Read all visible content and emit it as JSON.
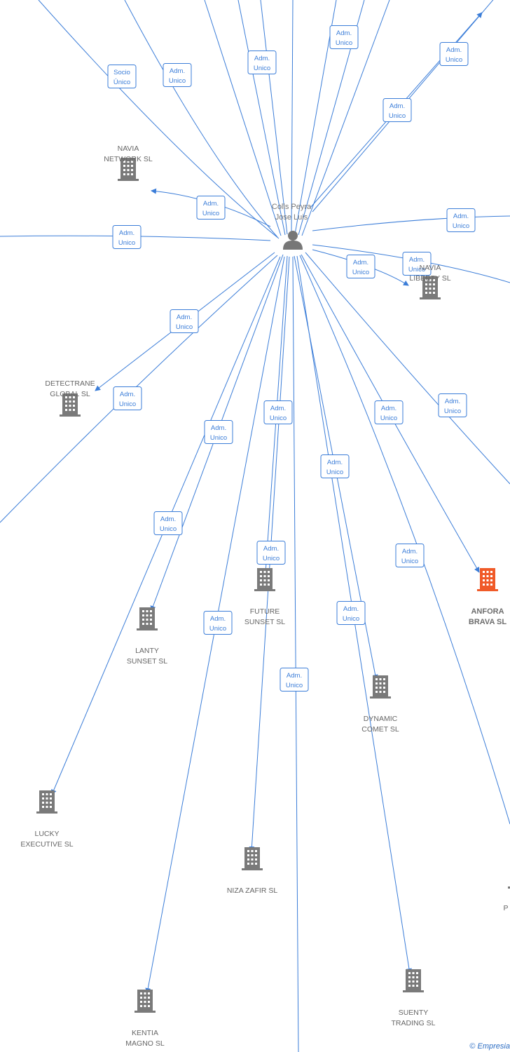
{
  "colors": {
    "edge": "#3b7dd8",
    "node": "#7a7a7a",
    "focus": "#f05a28",
    "text": "#666666"
  },
  "person": {
    "line1": "Colls Peyra",
    "line2": "Jose Luis",
    "icon": "person-icon"
  },
  "nodes": [
    {
      "id": "navia-network",
      "lines": [
        "NAVIA",
        "NETWORK SL"
      ],
      "icon": "building-icon",
      "focus": false
    },
    {
      "id": "navia-liberty",
      "lines": [
        "NAVIA",
        "LIBERTY SL"
      ],
      "icon": "building-icon",
      "focus": false
    },
    {
      "id": "detectrane",
      "lines": [
        "DETECTRANE",
        "GLOBAL  SL"
      ],
      "icon": "building-icon",
      "focus": false
    },
    {
      "id": "future-sunset",
      "lines": [
        "FUTURE",
        "SUNSET SL"
      ],
      "icon": "building-icon",
      "focus": false
    },
    {
      "id": "anfora-brava",
      "lines": [
        "ANFORA",
        "BRAVA  SL"
      ],
      "icon": "building-icon",
      "focus": true
    },
    {
      "id": "lanty-sunset",
      "lines": [
        "LANTY",
        "SUNSET SL"
      ],
      "icon": "building-icon",
      "focus": false
    },
    {
      "id": "dynamic-comet",
      "lines": [
        "DYNAMIC",
        "COMET SL"
      ],
      "icon": "building-icon",
      "focus": false
    },
    {
      "id": "lucky-executive",
      "lines": [
        "LUCKY",
        "EXECUTIVE SL"
      ],
      "icon": "building-icon",
      "focus": false
    },
    {
      "id": "niza-zafir",
      "lines": [
        "NIZA ZAFIR SL"
      ],
      "icon": "building-icon",
      "focus": false
    },
    {
      "id": "kentia-magno",
      "lines": [
        "KENTIA",
        "MAGNO SL"
      ],
      "icon": "building-icon",
      "focus": false
    },
    {
      "id": "suenty-trading",
      "lines": [
        "SUENTY",
        "TRADING SL"
      ],
      "icon": "building-icon",
      "focus": false
    },
    {
      "id": "top-right",
      "lines": [],
      "icon": "building-icon",
      "focus": false
    },
    {
      "id": "partial-p",
      "lines": [
        "P"
      ],
      "icon": "building-icon",
      "focus": false
    }
  ],
  "edge_labels": [
    [
      "Socio",
      "Único"
    ],
    [
      "Adm.",
      "Unico"
    ],
    [
      "Adm.",
      "Unico"
    ],
    [
      "Adm.",
      "Unico"
    ],
    [
      "Adm.",
      "Unico"
    ],
    [
      "Adm.",
      "Unico"
    ],
    [
      "Adm.",
      "Unico"
    ],
    [
      "Adm.",
      "Unico"
    ],
    [
      "Adm.",
      "Unico"
    ],
    [
      "Adm.",
      "Unico"
    ],
    [
      "Adm.",
      "Unico"
    ],
    [
      "Adm.",
      "Unico"
    ],
    [
      "Adm.",
      "Unico"
    ],
    [
      "Adm.",
      "Unico"
    ],
    [
      "Adm.",
      "Unico"
    ],
    [
      "Adm.",
      "Unico"
    ],
    [
      "Adm.",
      "Unico"
    ],
    [
      "Adm.",
      "Unico"
    ],
    [
      "Adm.",
      "Unico"
    ],
    [
      "Adm.",
      "Unico"
    ],
    [
      "Adm.",
      "Unico"
    ],
    [
      "Adm.",
      "Unico"
    ],
    [
      "Adm.",
      "Unico"
    ],
    [
      "Adm.",
      "Unico"
    ]
  ],
  "credit": {
    "symbol": "©",
    "brand": "Empresia"
  }
}
